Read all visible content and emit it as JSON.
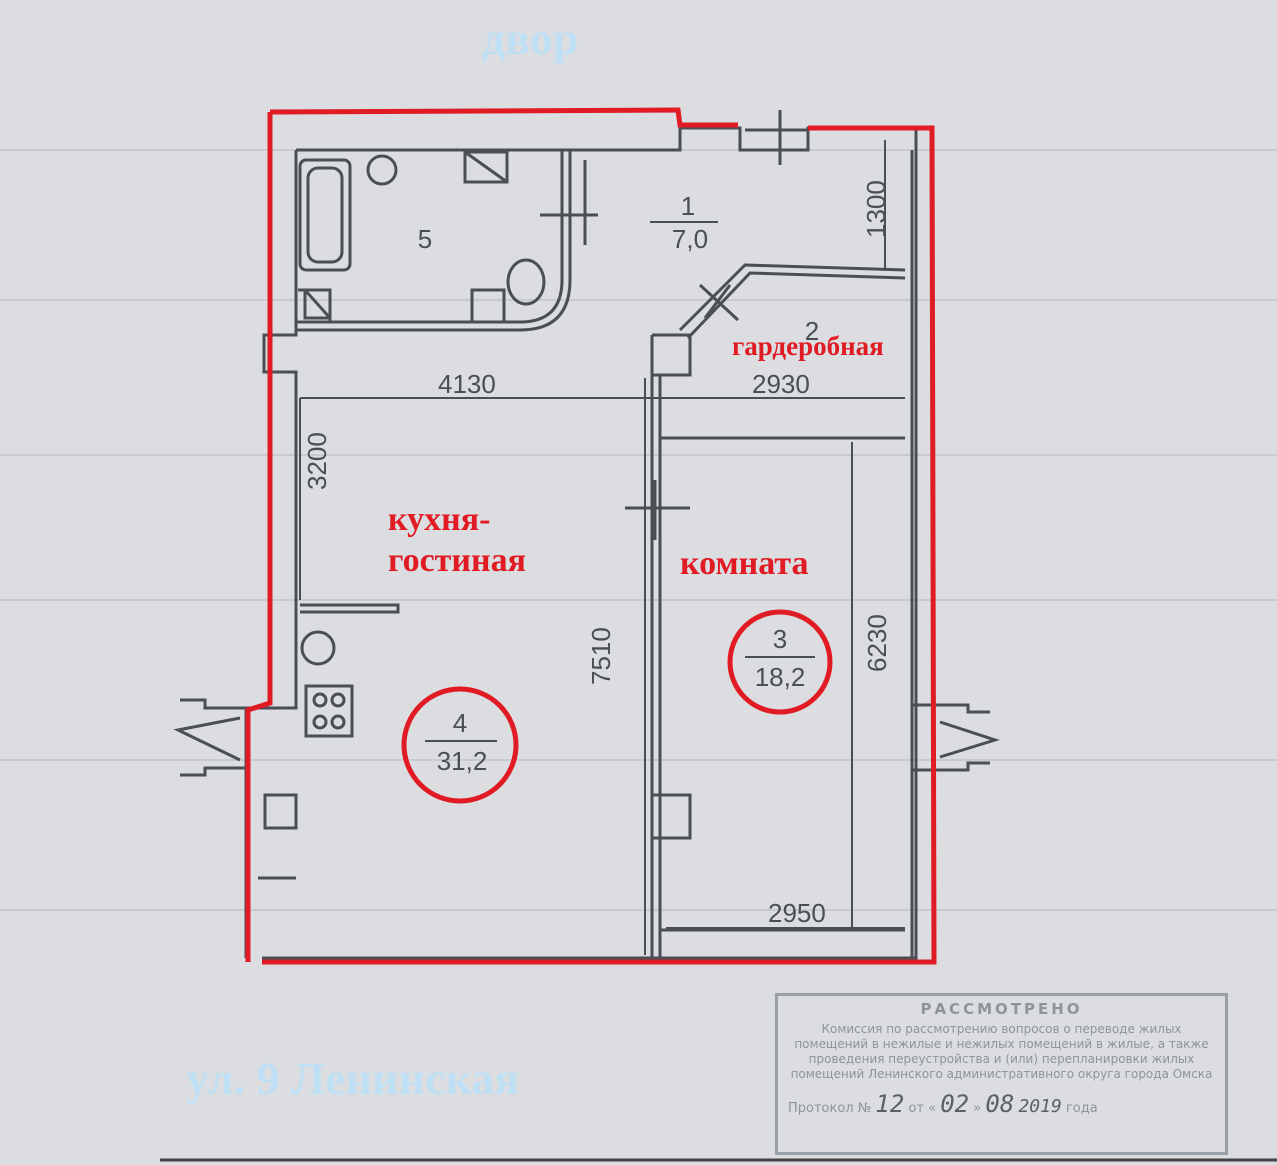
{
  "labels": {
    "yard": "двор",
    "street": "ул. 9 Ленинская",
    "wardrobe": "гардеробная",
    "kitchen_line1": "кухня-",
    "kitchen_line2": "гостиная",
    "room": "комната"
  },
  "rooms": [
    {
      "number": "1",
      "area": "7,0"
    },
    {
      "number": "2",
      "area": ""
    },
    {
      "number": "3",
      "area": "18,2"
    },
    {
      "number": "4",
      "area": "31,2"
    },
    {
      "number": "5",
      "area": ""
    }
  ],
  "dimensions": {
    "d1300": "1300",
    "d4130": "4130",
    "d2930": "2930",
    "d3200": "3200",
    "d7510": "7510",
    "d6230": "6230",
    "d2950": "2950"
  },
  "stamp": {
    "title": "РАССМОТРЕНО",
    "body": "Комиссия по рассмотрению вопросов о переводе жилых помещений в нежилые и нежилых помещений в жилые, а также проведения переустройства и (или) перепланировки жилых помещений Ленинского административного округа города Омска",
    "protocol_label": "Протокол №",
    "protocol_number": "12",
    "from_label": "от «",
    "day": "02",
    "month": "08",
    "year": "2019",
    "year_suffix": "года"
  },
  "colors": {
    "outline": "#e01b24",
    "wall": "#4a4e55",
    "label_blue": "#bfe0f4"
  }
}
